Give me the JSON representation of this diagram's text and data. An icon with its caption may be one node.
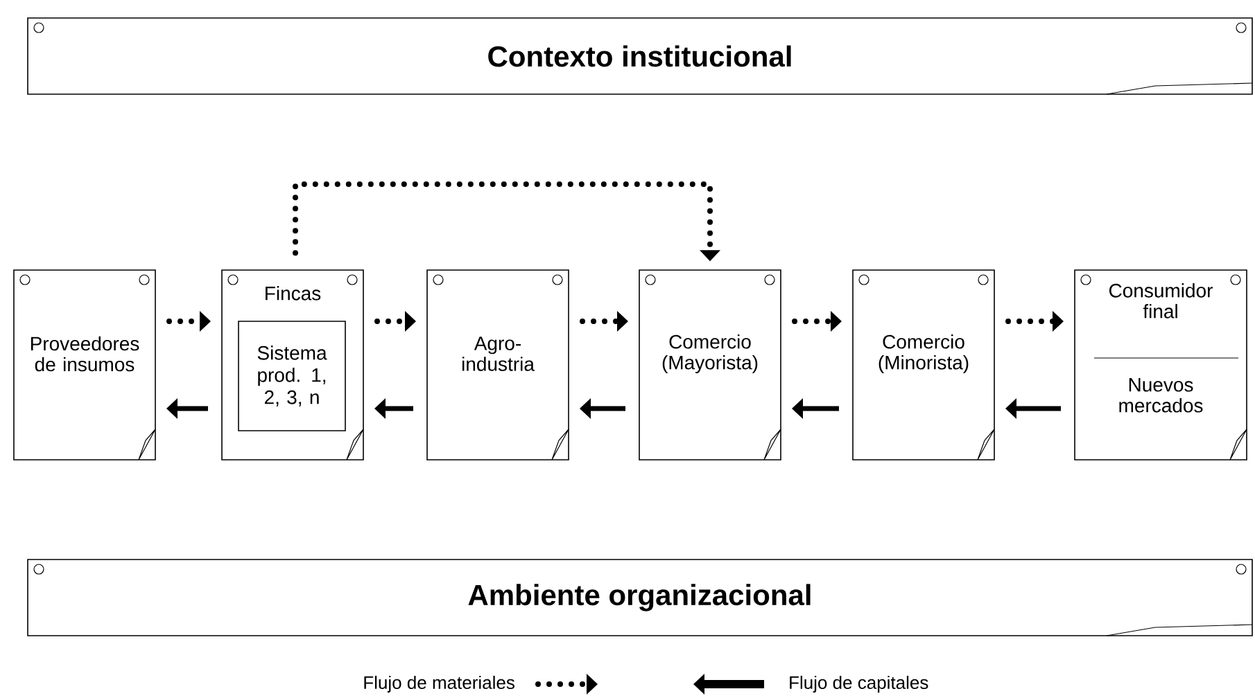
{
  "diagram": {
    "nodes": [
      {
        "text": [
          "Contexto institucional"
        ]
      },
      {
        "text": [
          "Proveedores de insumos"
        ]
      },
      {
        "text": [
          "Fincas"
        ]
      },
      {
        "text": [
          "Sistema prod. 1, 2, 3, n"
        ],
        "in": 2
      },
      {
        "text": [
          "Agro- industria"
        ]
      },
      {
        "text": [
          "Comercio (Mayorista)"
        ]
      },
      {
        "text": [
          "Comercio (Minorista)"
        ]
      },
      {
        "text": [
          "Consumidor final",
          "Nuevos mercados"
        ]
      },
      {
        "text": [
          "Ambiente organizacional"
        ]
      }
    ],
    "edges": [
      {
        "from": 1,
        "to": 2,
        "arrow": "to",
        "style": "dashed"
      },
      {
        "from": 2,
        "to": 4,
        "arrow": "to",
        "style": "dashed"
      },
      {
        "from": 4,
        "to": 5,
        "arrow": "to",
        "style": "dashed"
      },
      {
        "from": 5,
        "to": 6,
        "arrow": "to",
        "style": "dashed"
      },
      {
        "from": 6,
        "to": 7,
        "arrow": "to",
        "style": "dashed"
      },
      {
        "from": 2,
        "to": 1,
        "arrow": "to"
      },
      {
        "from": 4,
        "to": 2,
        "arrow": "to"
      },
      {
        "from": 5,
        "to": 4,
        "arrow": "to"
      },
      {
        "from": 6,
        "to": 5,
        "arrow": "to"
      },
      {
        "from": 7,
        "to": 6,
        "arrow": "to"
      },
      {
        "from": 2,
        "to": 5,
        "arrow": "to",
        "style": "dashed"
      }
    ],
    "legend": [
      {
        "text": "Flujo de materiales"
      },
      {
        "text": "Flujo de capitales"
      }
    ]
  }
}
